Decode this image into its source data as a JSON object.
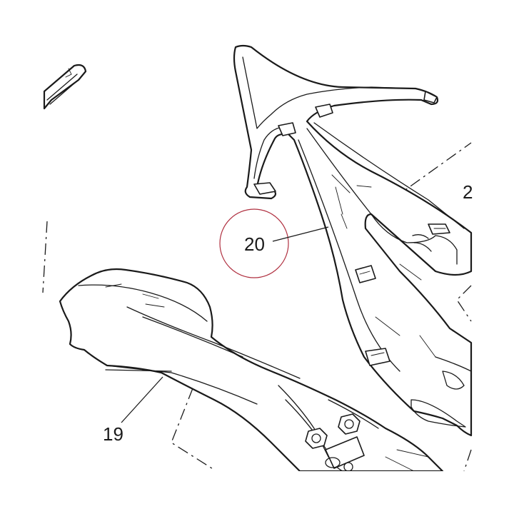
{
  "callouts": [
    {
      "label": "20",
      "highlighted": true
    },
    {
      "label": "19",
      "highlighted": false
    },
    {
      "label": "2",
      "highlighted": false
    }
  ],
  "colors": {
    "line": "#1a1a1a",
    "background": "#ffffff",
    "highlight_circle": "#b03040"
  }
}
